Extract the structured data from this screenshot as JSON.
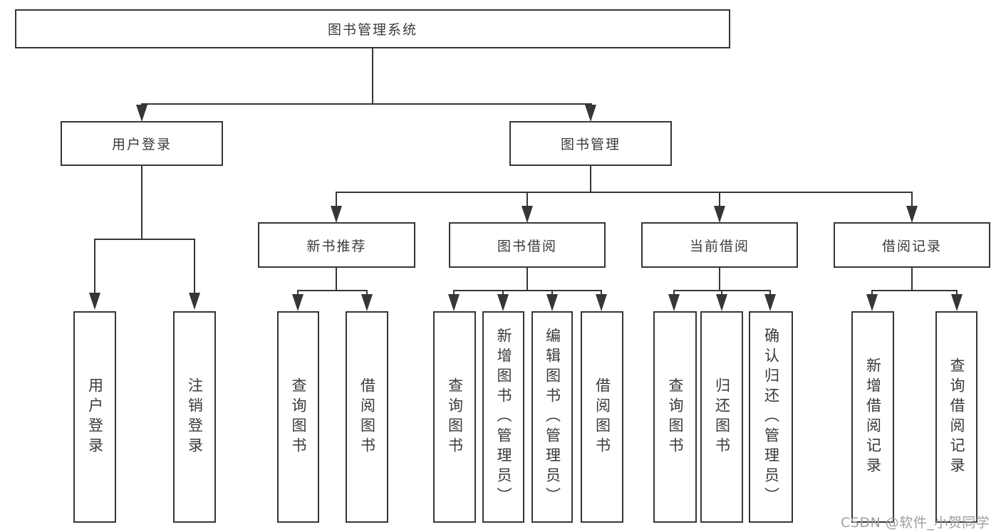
{
  "diagram": {
    "root": "图书管理系统",
    "level2": {
      "user_login": "用户登录",
      "book_management": "图书管理"
    },
    "level3": {
      "new_book_recommend": "新书推荐",
      "book_borrow": "图书借阅",
      "current_borrow": "当前借阅",
      "borrow_record": "借阅记录"
    },
    "leaves": {
      "user_login": [
        "用户登录",
        "注销登录"
      ],
      "new_book_recommend": [
        "查询图书",
        "借阅图书"
      ],
      "book_borrow": [
        "查询图书",
        "新增图书（管理员）",
        "编辑图书（管理员）",
        "借阅图书"
      ],
      "current_borrow": [
        "查询图书",
        "归还图书",
        "确认归还（管理员）"
      ],
      "borrow_record": [
        "新增借阅记录",
        "查询借阅记录"
      ]
    }
  },
  "watermark": {
    "text": "CSDN @软件_小贺同学",
    "color": "#9e9e9e"
  },
  "colors": {
    "background": "#ffffff",
    "box_fill": "#ffffff",
    "line": "#363636",
    "text": "#3a3a3a"
  }
}
